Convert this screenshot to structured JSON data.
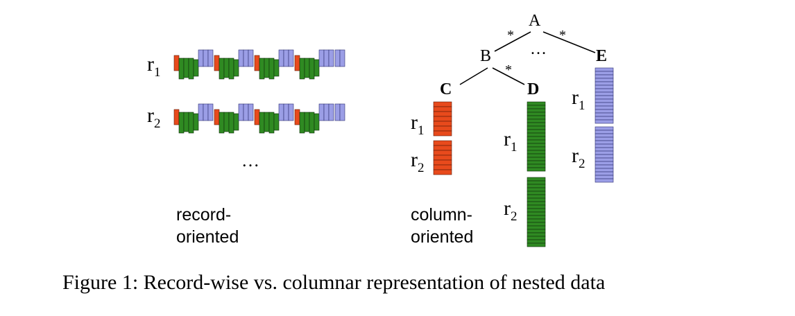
{
  "colors": {
    "red": "#e84a1c",
    "green": "#2f8a22",
    "blue": "#9b9ee6"
  },
  "record_oriented": {
    "rows": [
      {
        "label": "r",
        "subscript": "1"
      },
      {
        "label": "r",
        "subscript": "2"
      }
    ],
    "ellipsis": "…",
    "caption_line1": "record-",
    "caption_line2": "oriented"
  },
  "column_oriented": {
    "tree": {
      "root": "A",
      "b": "B",
      "c": "C",
      "d": "D",
      "e": "E",
      "star": "*",
      "ellipsis": "…"
    },
    "columns": [
      {
        "node": "C",
        "color": "red",
        "records": [
          {
            "label": "r",
            "subscript": "1"
          },
          {
            "label": "r",
            "subscript": "2"
          }
        ]
      },
      {
        "node": "D",
        "color": "green",
        "records": [
          {
            "label": "r",
            "subscript": "1"
          },
          {
            "label": "r",
            "subscript": "2"
          }
        ]
      },
      {
        "node": "E",
        "color": "blue",
        "records": [
          {
            "label": "r",
            "subscript": "1"
          },
          {
            "label": "r",
            "subscript": "2"
          }
        ]
      }
    ],
    "caption_line1": "column-",
    "caption_line2": "oriented"
  },
  "caption": "Figure 1: Record-wise vs. columnar representation of nested data"
}
